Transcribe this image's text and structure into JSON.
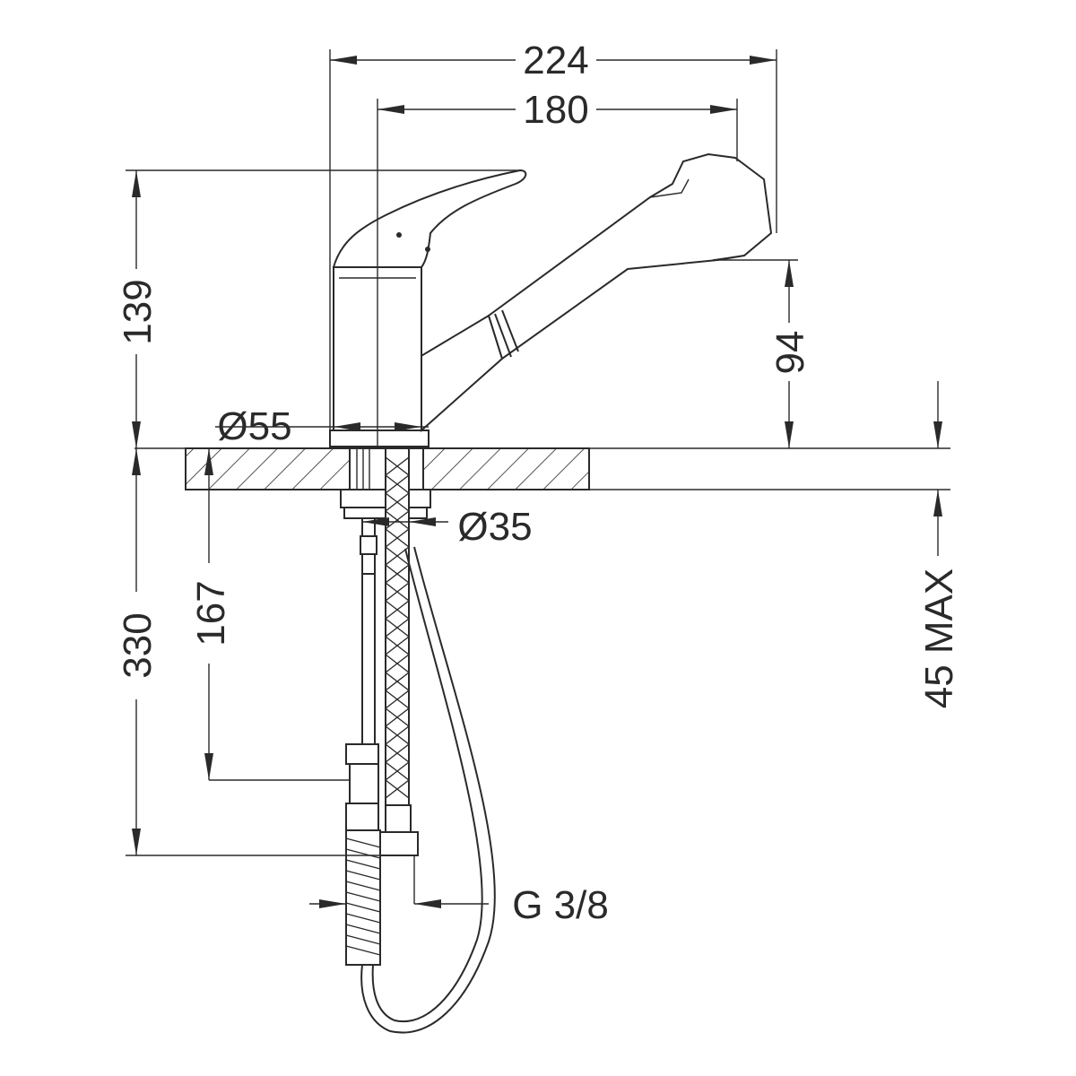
{
  "dimensions": {
    "total_width": "224",
    "spout_reach": "180",
    "body_height": "139",
    "spout_height": "94",
    "base_diameter": "Ø55",
    "hole_diameter": "Ø35",
    "connection": "G 3/8",
    "hose_length": "330",
    "hose_to_connector": "167",
    "max_counter_thickness": "45 MAX"
  }
}
